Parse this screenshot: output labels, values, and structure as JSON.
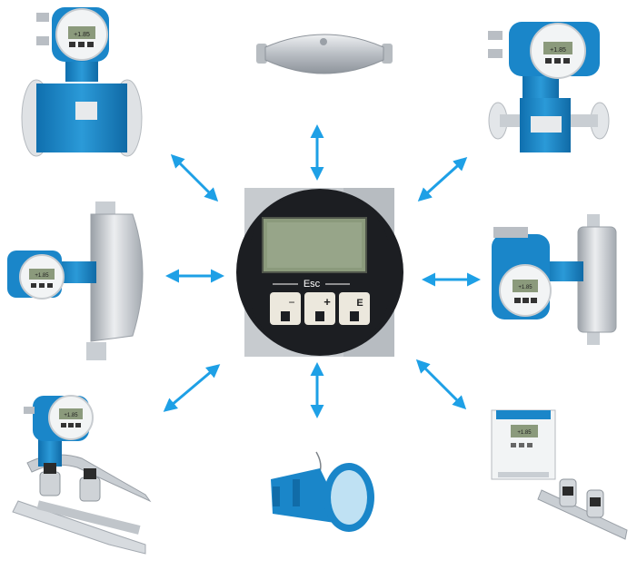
{
  "center_display": {
    "lcd_line1": "",
    "esc_label": "Esc",
    "buttons": [
      "−",
      "+",
      "E"
    ]
  },
  "devices": [
    {
      "id": "promag-flanged-top-left",
      "screen": "+1.85"
    },
    {
      "id": "coriolis-sensor-top",
      "screen": ""
    },
    {
      "id": "promag-small-top-right",
      "screen": "+1.85"
    },
    {
      "id": "promass-left",
      "screen": "+1.85"
    },
    {
      "id": "promass-right",
      "screen": "+1.85"
    },
    {
      "id": "prosonic-clamp-on-bottom-left",
      "screen": "+1.85"
    },
    {
      "id": "insertion-sensor-bottom",
      "screen": ""
    },
    {
      "id": "wall-transmitter-bottom-right",
      "screen": "+1.85"
    }
  ],
  "colors": {
    "arrow": "#1ea0e6",
    "housing_blue": "#1a86c9",
    "housing_white": "#f2f4f5",
    "steel": "#c9ced3",
    "panel": "#1c1e22",
    "lcd": "#8b9a7c"
  }
}
